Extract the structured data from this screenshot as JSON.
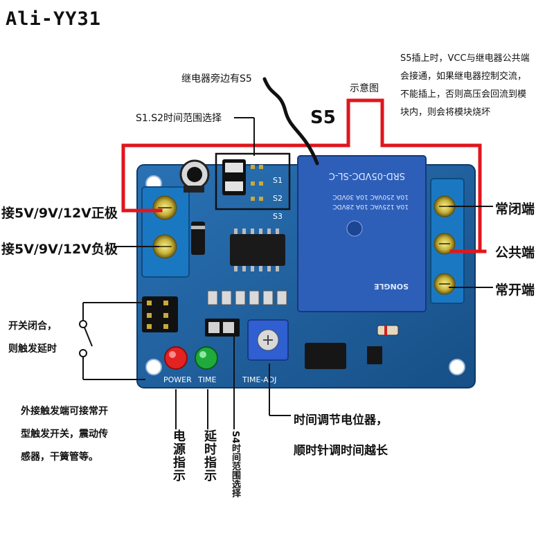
{
  "watermark": "Ali-YY31",
  "annotations": {
    "relay_side_s5": "继电器旁边有S5",
    "diagram": "示意图",
    "s5": "S5",
    "s1s2_range": "S1.S2时间范围选择",
    "s5_note": [
      "S5插上时，VCC与继电器公共端",
      "会接通，如果继电器控制交流，",
      "不能插上，否则高压会回流到模",
      "块内，则会将模块烧坏"
    ],
    "positive": "接5V/9V/12V正极",
    "negative": "接5V/9V/12V负极",
    "nc": "常闭端",
    "com": "公共端",
    "no": "常开端",
    "switch_closed": "开关闭合，",
    "trigger_delay": "则触发延时",
    "external_trigger": [
      "外接触发端可接常开",
      "型触发开关，震动传",
      "感器，干簧管等。"
    ],
    "power_indicator": "电源指示",
    "delay_indicator": "延时指示",
    "s4_range": "S4时间范围选择",
    "potentiometer": [
      "时间调节电位器，",
      "顺时针调时间越长"
    ]
  },
  "board_labels": {
    "power": "POWER",
    "time": "TIME",
    "time_adj": "TIME-ADJ",
    "s1": "S1",
    "s2": "S2",
    "s3": "S3",
    "relay_model": "SRD-05VDC-SL-C",
    "relay_rating1": "10A 250VAC  10A 30VDC",
    "relay_rating2": "10A 125VAC  10A 28VDC",
    "relay_brand": "SONGLE"
  },
  "colors": {
    "board": "#1f5f9a",
    "terminal": "#1a78c2",
    "relay": "#2d5fb8",
    "red_wire": "#e0161d",
    "led_red": "#e32222",
    "led_green": "#1faa3c"
  }
}
